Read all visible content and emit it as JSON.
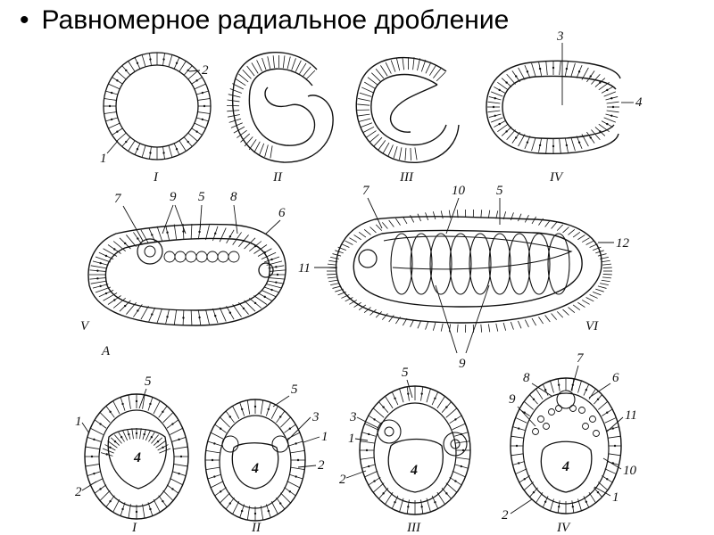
{
  "slide": {
    "bullet": "•",
    "title": "Равномерное радиальное дробление"
  },
  "top_row": {
    "figures": [
      {
        "numeral": "I",
        "labels": [
          "2",
          "1"
        ]
      },
      {
        "numeral": "II",
        "labels": []
      },
      {
        "numeral": "III",
        "labels": []
      },
      {
        "numeral": "IV",
        "labels": [
          "3",
          "4"
        ]
      }
    ]
  },
  "middle_row": {
    "figures": [
      {
        "numeral": "V",
        "labels": [
          "7",
          "9",
          "5",
          "8",
          "6"
        ],
        "panel_letter": "A"
      },
      {
        "numeral": "VI",
        "labels": [
          "7",
          "10",
          "5",
          "12",
          "11",
          "9"
        ]
      }
    ]
  },
  "bottom_row": {
    "figures": [
      {
        "numeral": "I",
        "labels": [
          "5",
          "1",
          "4",
          "2"
        ]
      },
      {
        "numeral": "II",
        "labels": [
          "5",
          "3",
          "1",
          "4",
          "2"
        ]
      },
      {
        "numeral": "III",
        "labels": [
          "5",
          "3",
          "1",
          "4",
          "2"
        ]
      },
      {
        "numeral": "IV",
        "labels": [
          "7",
          "8",
          "6",
          "9",
          "11",
          "4",
          "10",
          "1",
          "2"
        ]
      }
    ]
  }
}
